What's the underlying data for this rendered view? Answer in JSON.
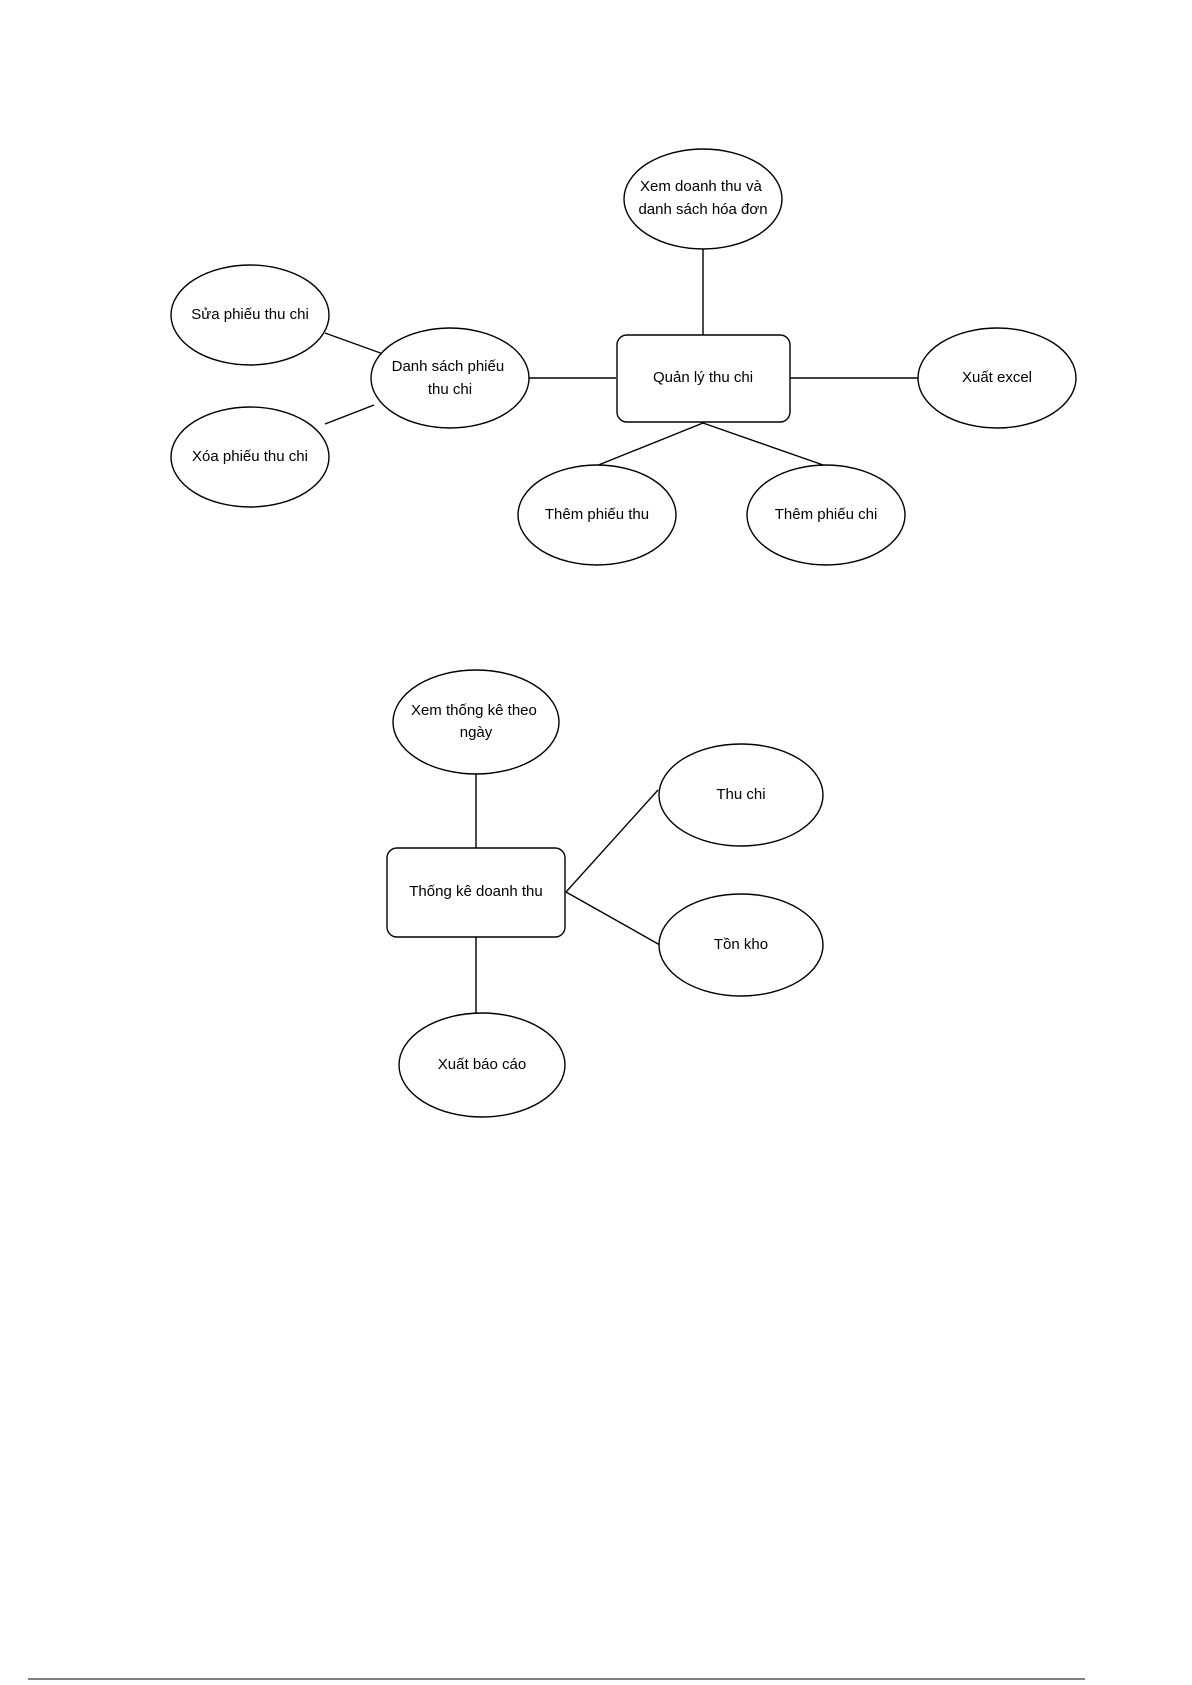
{
  "diagram1": {
    "center": {
      "lines": [
        "Quản lý thu chi"
      ]
    },
    "nodes": {
      "view_revenue": {
        "lines": [
          "Xem doanh thu và",
          "danh sách hóa đơn"
        ]
      },
      "list": {
        "lines": [
          "Danh sách phiếu",
          "thu chi"
        ]
      },
      "edit": {
        "lines": [
          "Sửa phiếu thu chi"
        ]
      },
      "delete": {
        "lines": [
          "Xóa phiếu thu chi"
        ]
      },
      "export_excel": {
        "lines": [
          "Xuất excel"
        ]
      },
      "add_receipt": {
        "lines": [
          "Thêm phiếu thu"
        ]
      },
      "add_payment": {
        "lines": [
          "Thêm phiếu chi"
        ]
      }
    }
  },
  "diagram2": {
    "center": {
      "lines": [
        "Thống kê doanh thu"
      ]
    },
    "nodes": {
      "view_daily": {
        "lines": [
          "Xem thống kê theo",
          "ngày"
        ]
      },
      "income_expense": {
        "lines": [
          "Thu chi"
        ]
      },
      "inventory": {
        "lines": [
          "Tồn kho"
        ]
      },
      "export_report": {
        "lines": [
          "Xuất báo cáo"
        ]
      }
    }
  }
}
